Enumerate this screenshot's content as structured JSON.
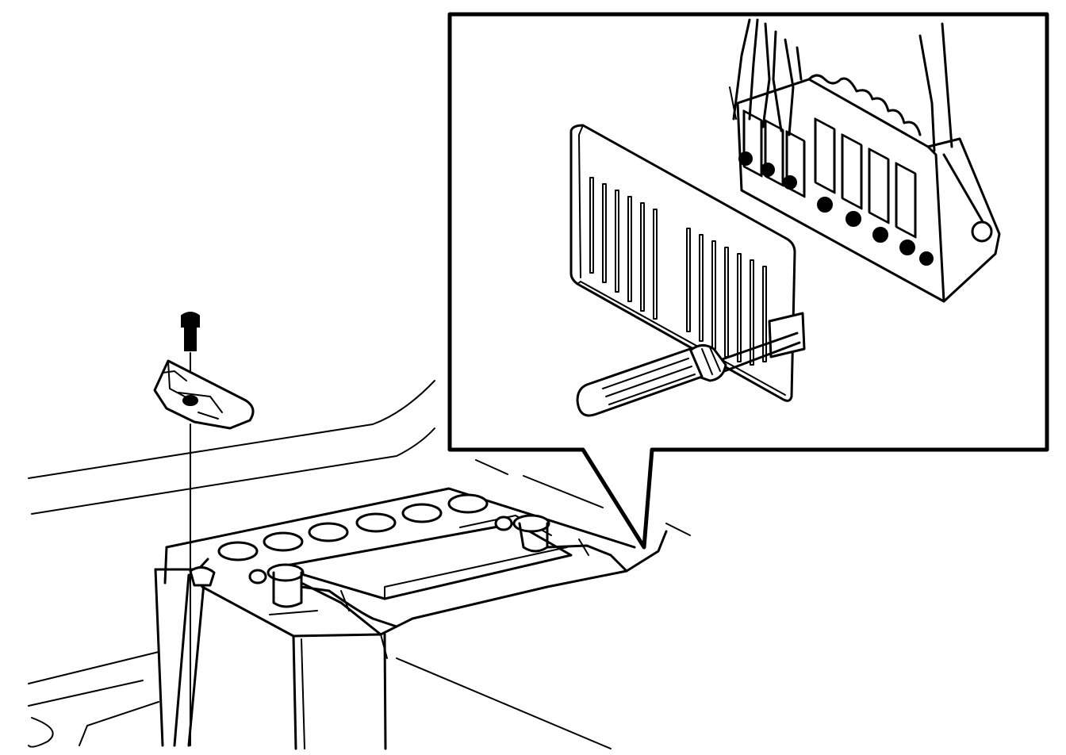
{
  "figure": {
    "kind": "service-manual line drawing",
    "style": "black line art on white",
    "colors": {
      "line": "#000000",
      "background": "#ffffff"
    },
    "parts": [
      "fuse-box-cover-bracket-icon",
      "mounting-screw-icon",
      "battery-icon",
      "battery-cable-icon",
      "detail-callout",
      "fuse-panel-cover-icon",
      "screwdriver-icon",
      "fuse-box-icon"
    ]
  }
}
